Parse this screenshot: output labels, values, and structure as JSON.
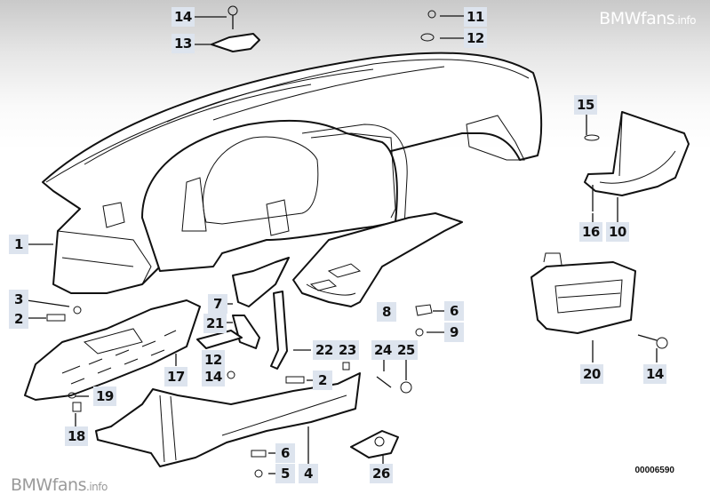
{
  "diagram": {
    "title": "Dashboard trim parts exploded view",
    "reference_number": "00006590",
    "watermarks": {
      "top_right": {
        "brand": "BMWfans",
        "suffix": ".info"
      },
      "bottom_left": {
        "brand": "BMWfans",
        "suffix": ".info"
      }
    },
    "callouts": [
      {
        "id": "c14a",
        "label": "14",
        "part": "screw"
      },
      {
        "id": "c13",
        "label": "13",
        "part": "bracket"
      },
      {
        "id": "c11",
        "label": "11",
        "part": "expanding rivet"
      },
      {
        "id": "c12a",
        "label": "12",
        "part": "clip nut"
      },
      {
        "id": "c15",
        "label": "15",
        "part": "clip"
      },
      {
        "id": "c16",
        "label": "16",
        "part": "screw"
      },
      {
        "id": "c10",
        "label": "10",
        "part": "side trim panel"
      },
      {
        "id": "c1",
        "label": "1",
        "part": "dashboard"
      },
      {
        "id": "c3",
        "label": "3",
        "part": "washer"
      },
      {
        "id": "c2a",
        "label": "2",
        "part": "bolt"
      },
      {
        "id": "c7",
        "label": "7",
        "part": "holder"
      },
      {
        "id": "c21",
        "label": "21",
        "part": "cover"
      },
      {
        "id": "c12b",
        "label": "12",
        "part": "clip nut"
      },
      {
        "id": "c14b",
        "label": "14",
        "part": "screw"
      },
      {
        "id": "c17",
        "label": "17",
        "part": "lower trim panel left"
      },
      {
        "id": "c19",
        "label": "19",
        "part": "washer"
      },
      {
        "id": "c18",
        "label": "18",
        "part": "expanding rivet"
      },
      {
        "id": "c22",
        "label": "22",
        "part": "bracket"
      },
      {
        "id": "c23",
        "label": "23",
        "part": "nut"
      },
      {
        "id": "c2b",
        "label": "2",
        "part": "bolt"
      },
      {
        "id": "c8",
        "label": "8",
        "part": "lower trim panel right"
      },
      {
        "id": "c24",
        "label": "24",
        "part": "screw"
      },
      {
        "id": "c25",
        "label": "25",
        "part": "cap"
      },
      {
        "id": "c6a",
        "label": "6",
        "part": "clip nut"
      },
      {
        "id": "c9",
        "label": "9",
        "part": "screw"
      },
      {
        "id": "c20",
        "label": "20",
        "part": "center console holder"
      },
      {
        "id": "c14c",
        "label": "14",
        "part": "screw"
      },
      {
        "id": "c6b",
        "label": "6",
        "part": "clip nut"
      },
      {
        "id": "c5",
        "label": "5",
        "part": "screw"
      },
      {
        "id": "c4",
        "label": "4",
        "part": "center trim"
      },
      {
        "id": "c26",
        "label": "26",
        "part": "bracket"
      }
    ]
  }
}
